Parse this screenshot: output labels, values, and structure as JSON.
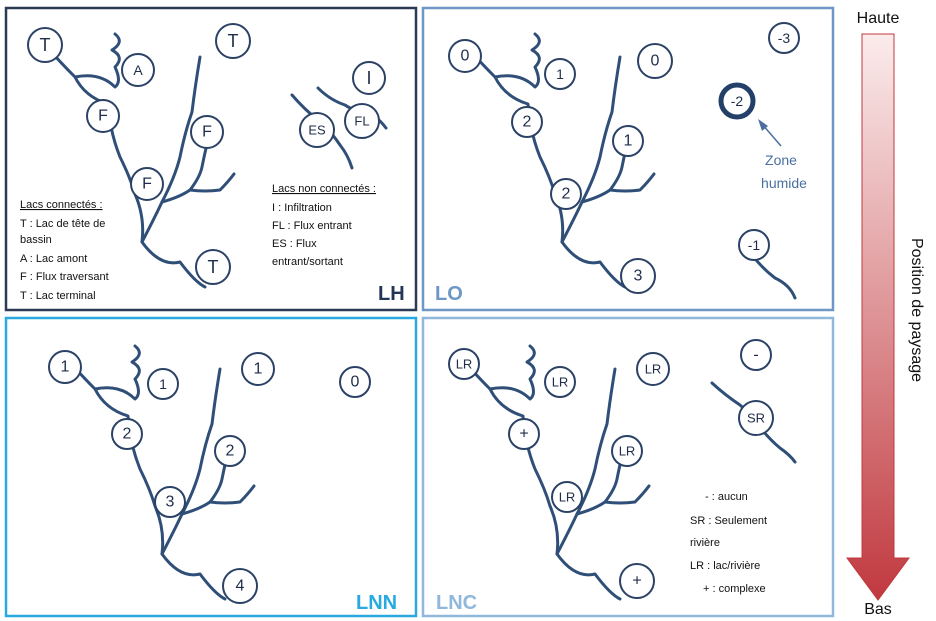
{
  "colors": {
    "lh_border": "#2b3b55",
    "lo_border": "#6d97c6",
    "lnn_border": "#29a9e0",
    "lnc_border": "#8fb8dc",
    "river": "#2f4f78",
    "lh_tag": "#243656",
    "lo_tag": "#6d97c6",
    "lnn_tag": "#29a9e0",
    "lnc_tag": "#8fb8dc",
    "arrow_top": "#fbecec",
    "arrow_bottom": "#c0393f"
  },
  "panels": {
    "lh": {
      "tag": "LH",
      "nodes": [
        "T",
        "A",
        "T",
        "F",
        "F",
        "F",
        "T",
        "I",
        "ES",
        "FL"
      ],
      "legend_connected": {
        "heading": "Lacs connectés :",
        "lines": [
          "T : Lac de tête  de",
          "bassin",
          "A : Lac amont",
          "F : Flux traversant",
          "T : Lac terminal"
        ]
      },
      "legend_unconnected": {
        "heading": "Lacs non connectés :",
        "lines": [
          "I : Infiltration",
          "FL : Flux entrant",
          "ES : Flux",
          "entrant/sortant"
        ]
      }
    },
    "lo": {
      "tag": "LO",
      "nodes": [
        "0",
        "1",
        "0",
        "2",
        "1",
        "2",
        "3",
        "-3",
        "-2",
        "-1"
      ],
      "annotation": [
        "Zone",
        "humide"
      ]
    },
    "lnn": {
      "tag": "LNN",
      "nodes": [
        "1",
        "1",
        "1",
        "2",
        "2",
        "3",
        "4",
        "0"
      ]
    },
    "lnc": {
      "tag": "LNC",
      "nodes": [
        "LR",
        "LR",
        "LR",
        "+",
        "LR",
        "LR",
        "+",
        "-",
        "SR"
      ],
      "legend": [
        "- : aucun",
        "SR : Seulement",
        "rivière",
        "LR : lac/rivière",
        "+ : complexe"
      ]
    }
  },
  "axis": {
    "top_label": "Haute",
    "bottom_label": "Bas",
    "title": "Position de paysage"
  }
}
